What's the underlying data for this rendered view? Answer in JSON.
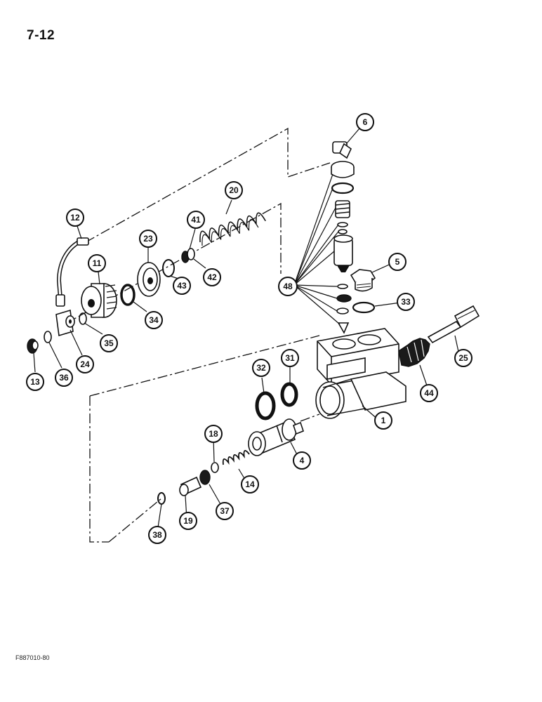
{
  "page": {
    "number": "7-12",
    "figure_code": "F887010-80"
  },
  "callouts": [
    "6",
    "20",
    "12",
    "41",
    "23",
    "11",
    "42",
    "43",
    "34",
    "35",
    "24",
    "13",
    "36",
    "48",
    "5",
    "33",
    "25",
    "44",
    "31",
    "32",
    "1",
    "18",
    "4",
    "14",
    "37",
    "19",
    "38"
  ]
}
